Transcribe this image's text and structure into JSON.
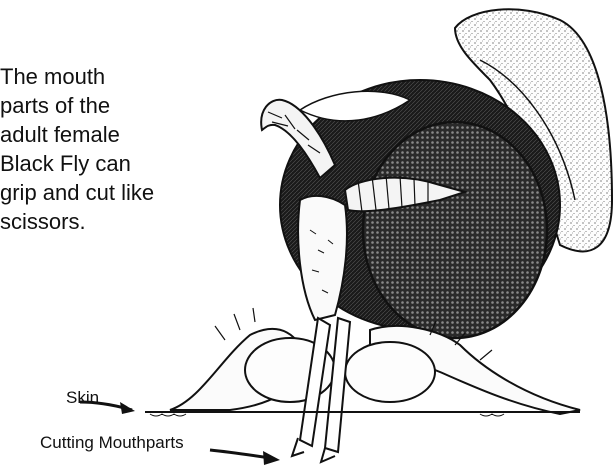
{
  "caption": {
    "lines": [
      "The mouth",
      "parts of the",
      "adult female",
      "Black Fly can",
      "grip and cut like",
      "scissors."
    ]
  },
  "labels": {
    "skin": "Skin",
    "cutting_mouthparts": "Cutting Mouthparts"
  },
  "colors": {
    "ink": "#111111",
    "paper": "#ffffff"
  }
}
